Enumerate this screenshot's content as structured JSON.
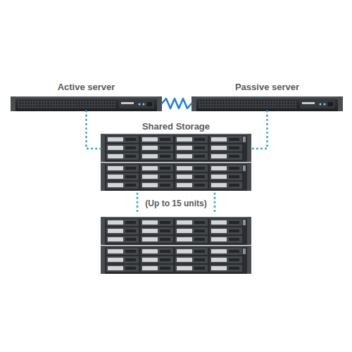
{
  "diagram": {
    "nodes": [
      {
        "text": [
          "Active server"
        ]
      },
      {
        "text": [
          "Passive server"
        ]
      },
      {
        "text": [
          "Shared Storage"
        ]
      }
    ],
    "edges": [
      {
        "from": 0,
        "to": 1,
        "arrow": "none"
      },
      {
        "from": 0,
        "to": 2,
        "arrow": "none"
      },
      {
        "from": 1,
        "to": 2,
        "arrow": "none"
      }
    ],
    "labels": [
      "(Up to 15 units)"
    ]
  }
}
